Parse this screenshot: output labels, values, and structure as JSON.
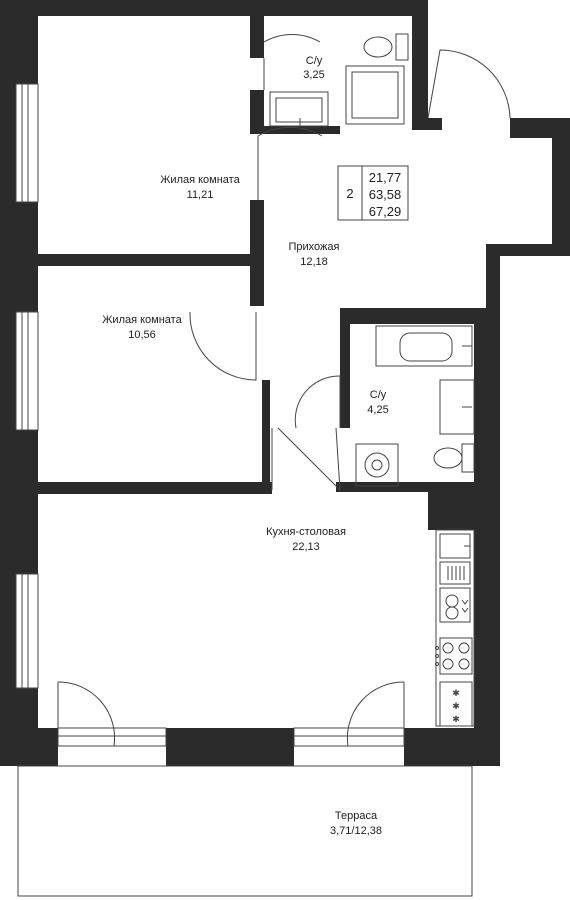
{
  "rooms": {
    "bath1": {
      "name": "С/у",
      "area": "3,25"
    },
    "living1": {
      "name": "Жилая комната",
      "area": "11,21"
    },
    "hall": {
      "name": "Прихожая",
      "area": "12,18"
    },
    "living2": {
      "name": "Жилая комната",
      "area": "10,56"
    },
    "bath2": {
      "name": "С/у",
      "area": "4,25"
    },
    "kitchen": {
      "name": "Кухня-столовая",
      "area": "22,13"
    },
    "terrace": {
      "name": "Терраса",
      "area": "3,71/12,38"
    }
  },
  "summary": {
    "rooms_count": "2",
    "living_area": "21,77",
    "total_area": "63,58",
    "total_with_terrace": "67,29"
  },
  "colors": {
    "wall": "#2b2b2b",
    "line": "#444444",
    "background": "#ffffff"
  }
}
